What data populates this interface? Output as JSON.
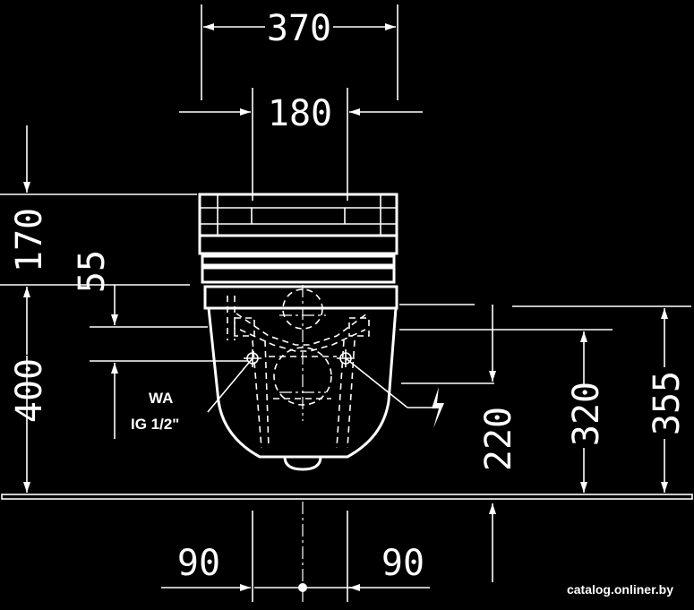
{
  "dimensions": {
    "width_total": "370",
    "width_inner": "180",
    "height_top": "170",
    "offset_55": "55",
    "height_400": "400",
    "height_220": "220",
    "height_320": "320",
    "height_355": "355",
    "spacing_left": "90",
    "spacing_right": "90"
  },
  "labels": {
    "water_supply": "WA",
    "thread": "IG 1/2\""
  },
  "watermark": "catalog.onliner.by",
  "colors": {
    "background": "#000000",
    "line": "#ffffff"
  }
}
